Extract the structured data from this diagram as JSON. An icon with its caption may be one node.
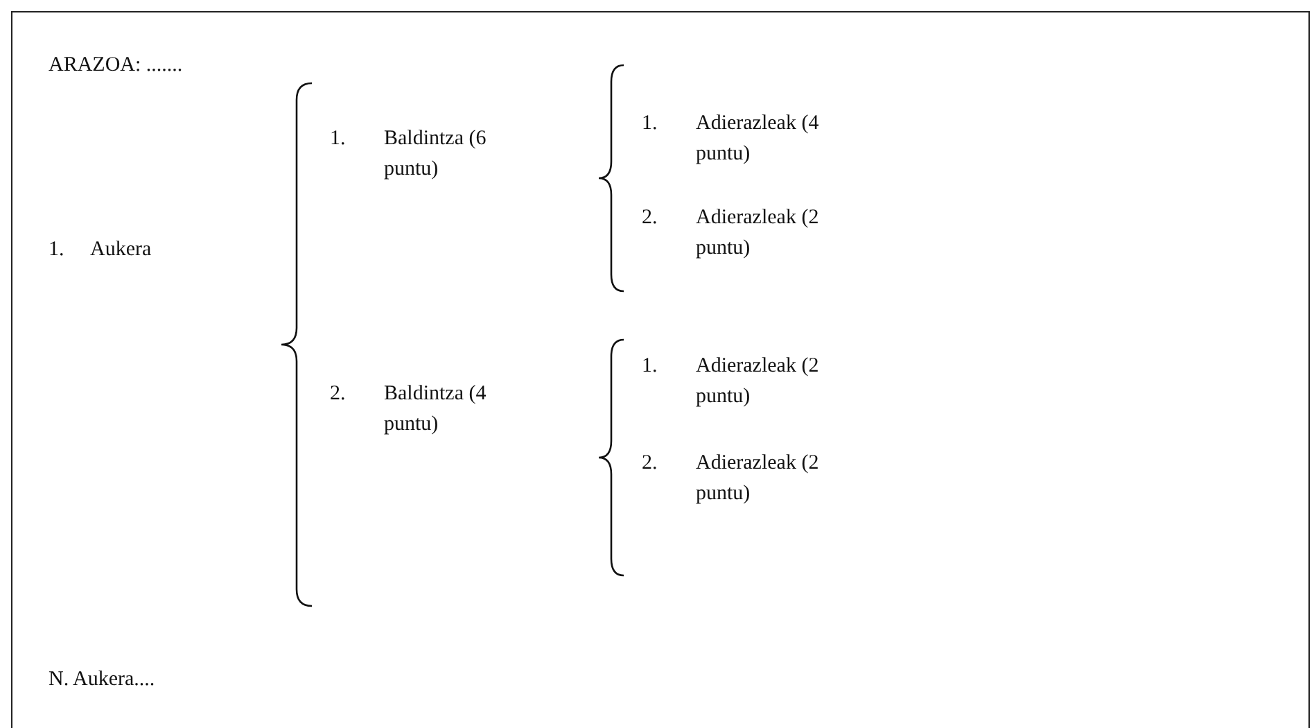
{
  "diagram": {
    "labels": [
      "ARAZOA: .......",
      "1.",
      "Aukera",
      "1.",
      "Baldintza (6 puntu)",
      "1.",
      "Adierazleak (4 puntu)",
      "2.",
      "Adierazleak (2 puntu)",
      "2.",
      "Baldintza (4 puntu)",
      "1.",
      "Adierazleak (2 puntu)",
      "2.",
      "Adierazleak (2 puntu)",
      "N. Aukera...."
    ]
  }
}
